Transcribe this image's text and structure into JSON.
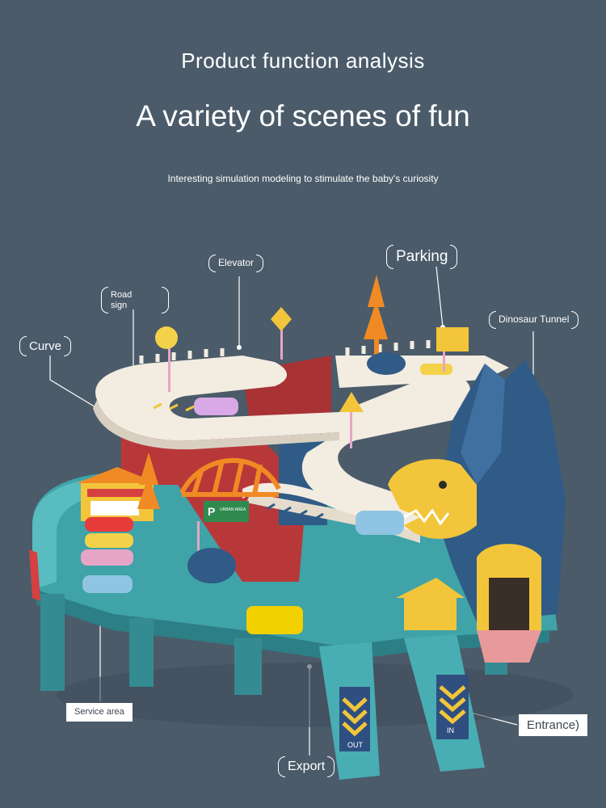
{
  "header": {
    "subtitle": "Product function analysis",
    "title": "A variety of scenes of fun",
    "tagline": "Interesting simulation modeling to stimulate the baby's curiosity"
  },
  "labels": {
    "elevator": "Elevator",
    "parking": "Parking",
    "road_sign_line1": "Road",
    "road_sign_line2": "sign",
    "dinosaur_tunnel": "Dinosaur Tunnel",
    "curve": "Curve",
    "service_area": "Service area",
    "entrance": "Entrance)",
    "export": "Export"
  },
  "toy_text": {
    "parking_sign_p": "P",
    "parking_sign_text": "URBAN AREA",
    "ramp_out": "OUT",
    "ramp_in": "IN"
  },
  "colors": {
    "background": "#4b5b6a",
    "track_teal": "#3fa3a8",
    "track_white": "#f2ece1",
    "lift_red": "#b8383a",
    "mountain_blue": "#2f5b86",
    "dino_yellow": "#f3c53a",
    "bridge_orange": "#f08a24"
  }
}
